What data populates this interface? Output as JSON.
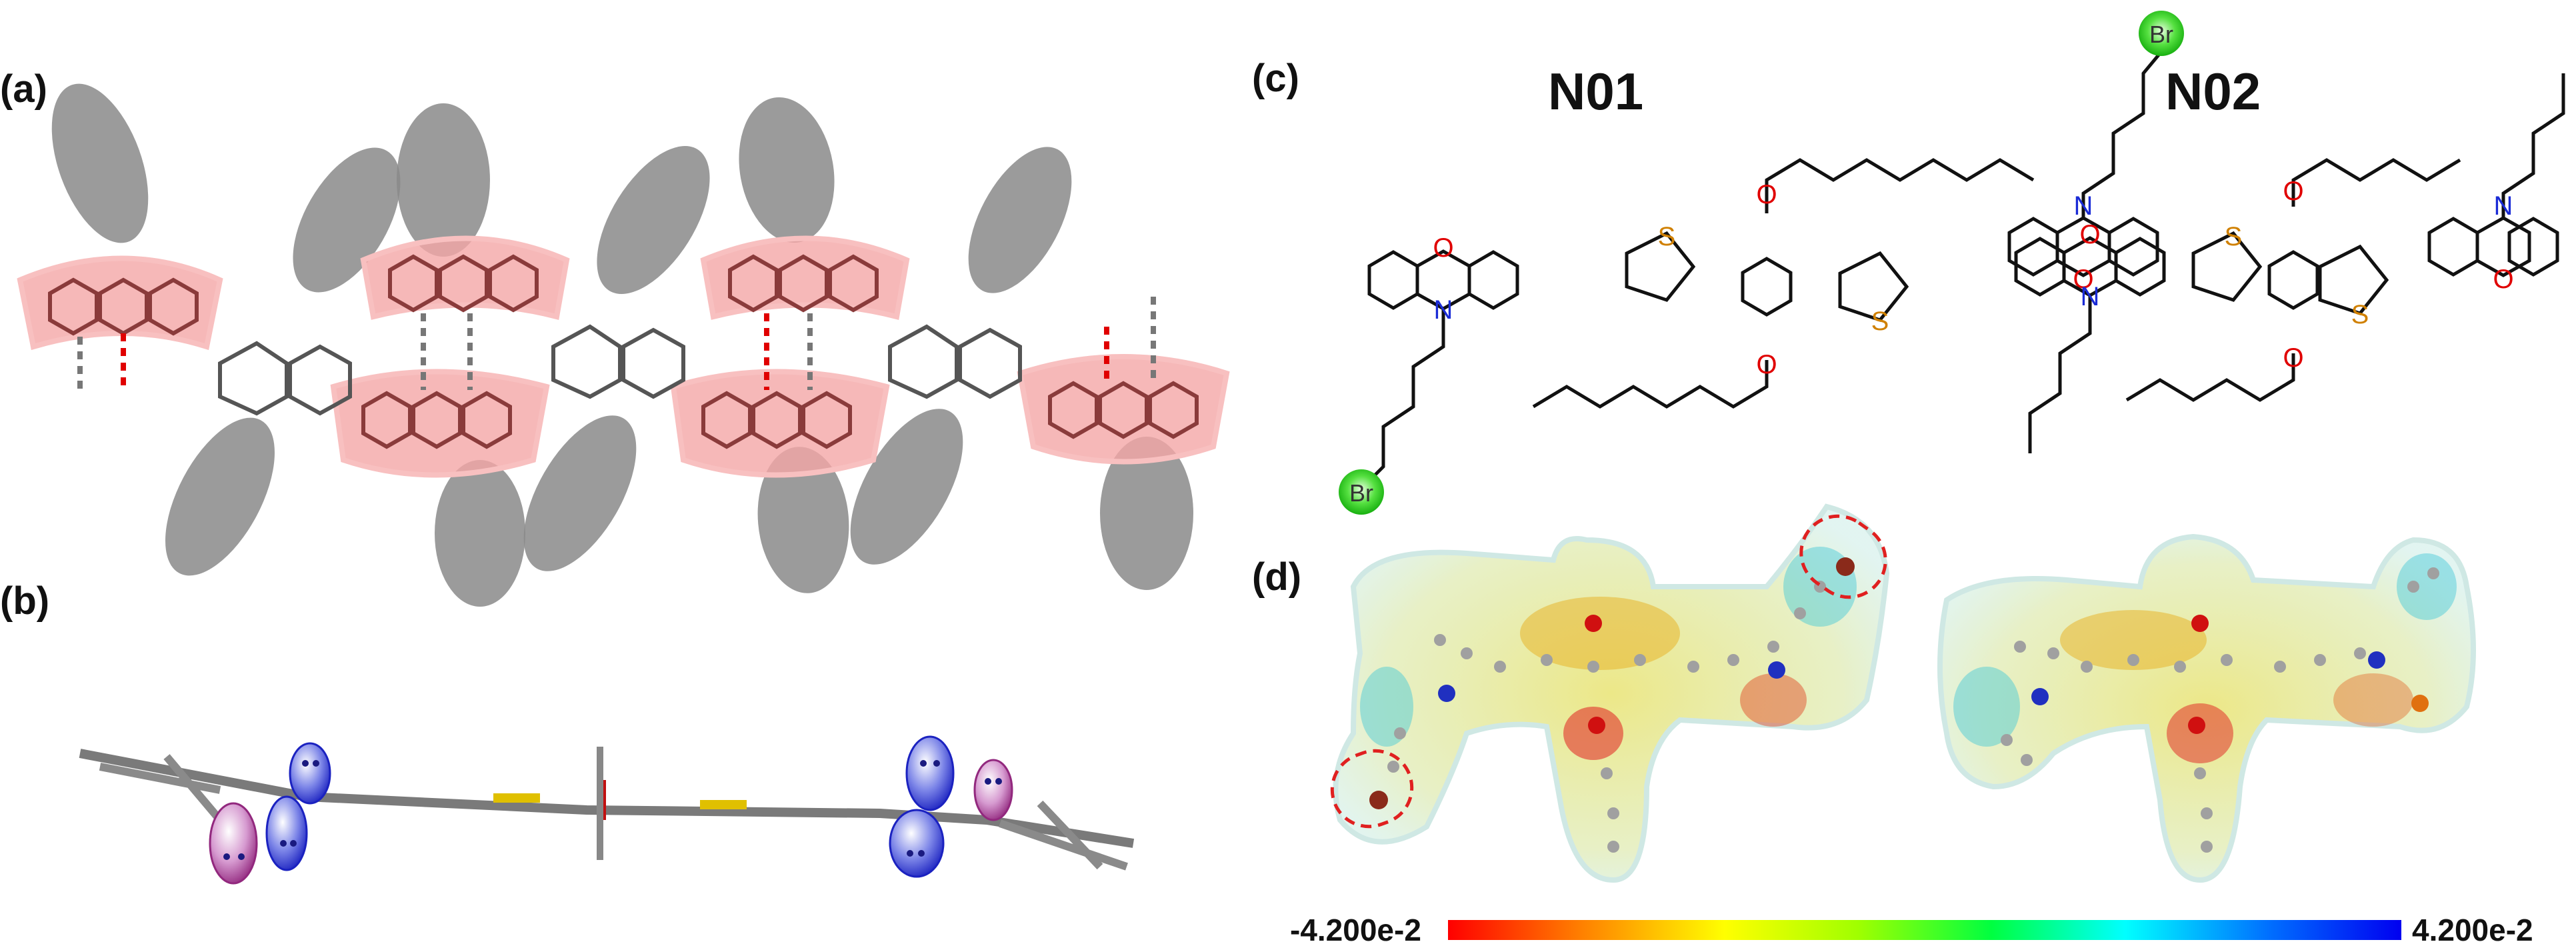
{
  "panels": {
    "a": "(a)",
    "b": "(b)",
    "c": "(c)",
    "d": "(d)"
  },
  "molecules": {
    "n01": {
      "name": "N01",
      "atoms": {
        "O": "O",
        "N": "N",
        "S": "S",
        "Br": "Br"
      }
    },
    "n02": {
      "name": "N02",
      "atoms": {
        "O": "O",
        "N": "N",
        "S": "S"
      }
    }
  },
  "colorbar": {
    "min_label": "-4.200e-2",
    "max_label": "4.200e-2",
    "stops": [
      "#ff0000",
      "#ff8000",
      "#ffff00",
      "#80ff00",
      "#00ff40",
      "#00ffff",
      "#0060ff",
      "#0000ff"
    ]
  },
  "colors": {
    "heteroatom_O": "#e00000",
    "heteroatom_N": "#1a2bd6",
    "heteroatom_S": "#d08000",
    "bromine_glow": "#33dd22",
    "stacking_highlight": "#f2a0a0",
    "alkyl_ellipse": "#8a8a8a",
    "contact_red": "#e00000",
    "contact_grey": "#777777",
    "lone_pair_blue": "#2233cc",
    "lone_pair_purple": "#a23a90"
  }
}
